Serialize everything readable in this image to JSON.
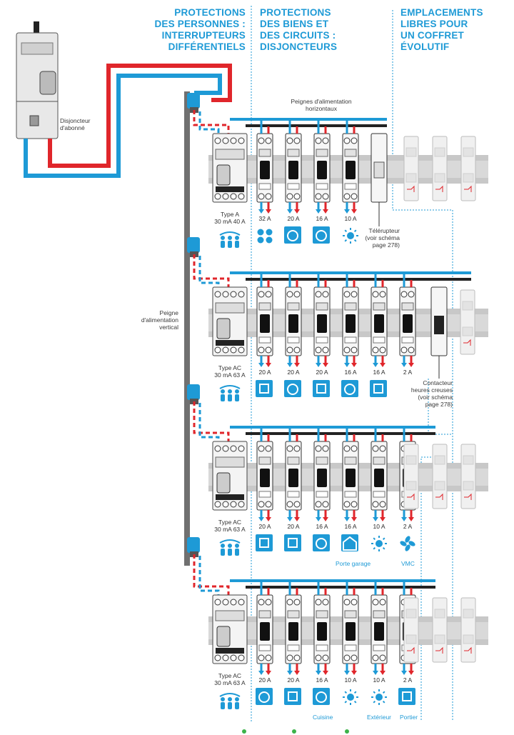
{
  "headers": {
    "personnes": [
      "PROTECTIONS",
      "DES PERSONNES :",
      "INTERRUPTEURS",
      "DIFFÉRENTIELS"
    ],
    "biens": [
      "PROTECTIONS",
      "DES BIENS ET",
      "DES CIRCUITS :",
      "DISJONCTEURS"
    ],
    "libres": [
      "EMPLACEMENTS",
      "LIBRES POUR",
      "UN COFFRET",
      "ÉVOLUTIF"
    ]
  },
  "labels": {
    "disjoncteur": [
      "Disjoncteur",
      "d'abonné"
    ],
    "peignes_h": [
      "Peignes d'alimentation",
      "horizontaux"
    ],
    "peigne_v": [
      "Peigne",
      "d'alimentation",
      "vertical"
    ],
    "telerupteur": [
      "Télérupteur",
      "(voir schéma",
      "page 278)"
    ],
    "contacteur": [
      "Contacteur",
      "heures creuses",
      "(voir schéma",
      "page 278)"
    ]
  },
  "rows": [
    {
      "rcd_type": [
        "Type A",
        "30 mA 40 A"
      ],
      "rcd_rating": "40 A",
      "amps": [
        "32 A",
        "20 A",
        "16 A",
        "10 A"
      ],
      "icons": [
        "cooktop-icon",
        "washer-icon",
        "dishwasher-icon",
        "light-icon"
      ],
      "captions": []
    },
    {
      "rcd_type": [
        "Type AC",
        "30 mA 63 A"
      ],
      "rcd_rating": "63 A",
      "amps": [
        "20 A",
        "20 A",
        "20 A",
        "16 A",
        "16 A",
        "2 A"
      ],
      "icons": [
        "oven-icon",
        "dryer-icon",
        "water-heater-icon",
        "socket-icon",
        "shutter-icon"
      ],
      "captions": []
    },
    {
      "rcd_type": [
        "Type AC",
        "30 mA 63 A"
      ],
      "rcd_rating": "63 A",
      "amps": [
        "20 A",
        "20 A",
        "16 A",
        "16 A",
        "10 A",
        "2 A"
      ],
      "icons": [
        "freezer-icon",
        "fridge-icon",
        "socket-icon",
        "garage-icon",
        "light-icon",
        "fan-icon"
      ],
      "captions": [
        "Porte garage",
        "VMC"
      ]
    },
    {
      "rcd_type": [
        "Type AC",
        "30 mA 63 A"
      ],
      "rcd_rating": "63 A",
      "amps": [
        "20 A",
        "20 A",
        "16 A",
        "10 A",
        "10 A",
        "2 A"
      ],
      "icons": [
        "microwave-icon",
        "fridge-icon",
        "kitchen-socket-icon",
        "outdoor-light-icon",
        "outdoor-light-icon",
        "gate-icon"
      ],
      "captions": [
        "Cuisine",
        "Extérieur",
        "Portier"
      ]
    }
  ],
  "colors": {
    "blue": "#1e9ad6",
    "red": "#e0262b",
    "dark": "#333333",
    "rail": "#c8c8c8"
  }
}
